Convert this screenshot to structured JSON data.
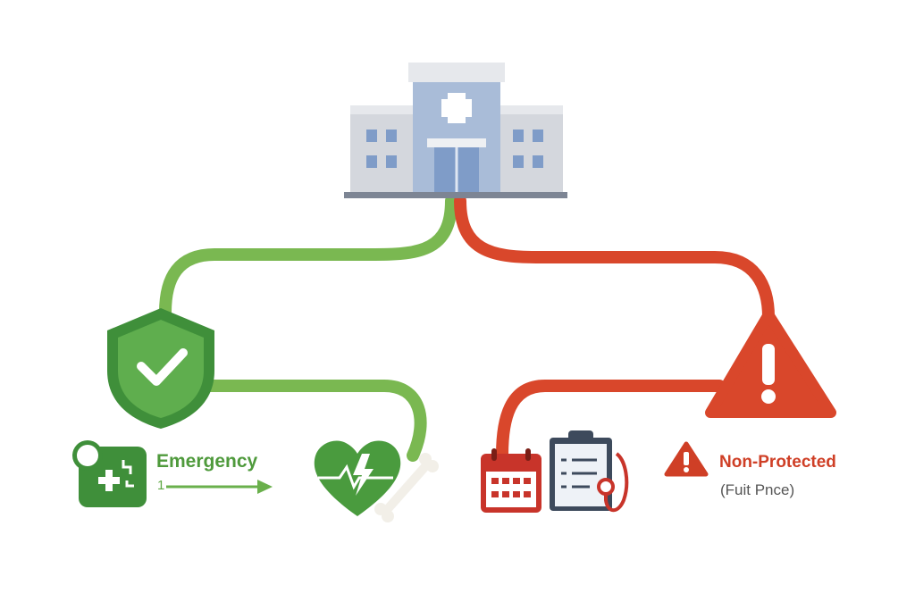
{
  "labels": {
    "emergency": "Emergency",
    "emergency_step": "1",
    "non_protected": "Non-Protected",
    "non_protected_sub": "(Fuit Pnce)"
  },
  "colors": {
    "green": "#6ab04c",
    "dark_green": "#3f8f3a",
    "red": "#d9472b",
    "building": "#c9ccd3"
  },
  "icons": [
    "hospital-icon",
    "shield-check-icon",
    "warning-icon",
    "tag-plus-icon",
    "heart-pulse-icon",
    "bone-icon",
    "calendar-icon",
    "clipboard-icon",
    "stethoscope-icon",
    "small-warning-icon"
  ]
}
